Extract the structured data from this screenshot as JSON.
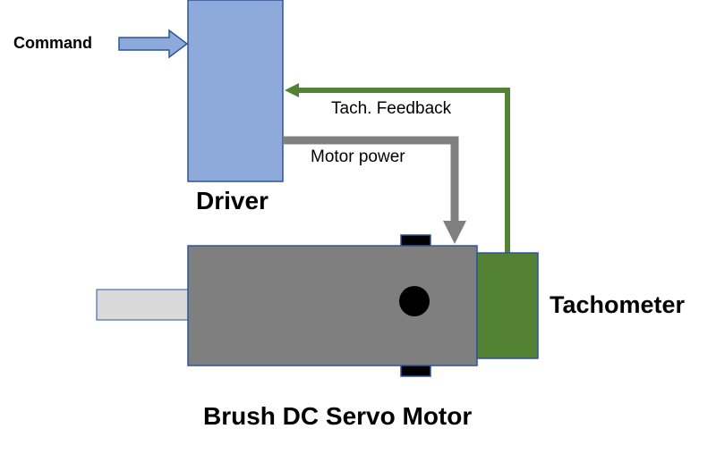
{
  "labels": {
    "command": "Command",
    "tach_feedback": "Tach. Feedback",
    "motor_power": "Motor power",
    "driver": "Driver",
    "tachometer": "Tachometer",
    "motor": "Brush DC Servo Motor"
  },
  "colors": {
    "driver_fill": "#8eaadb",
    "driver_stroke": "#2f5597",
    "motor_fill": "#7f7f7f",
    "motor_stroke": "#2f5597",
    "tach_fill": "#548235",
    "feedback_arrow": "#548235",
    "power_arrow": "#808080",
    "shaft_fill": "#d9d9d9",
    "command_arrow_fill": "#8eaadb",
    "brush": "#000000"
  }
}
